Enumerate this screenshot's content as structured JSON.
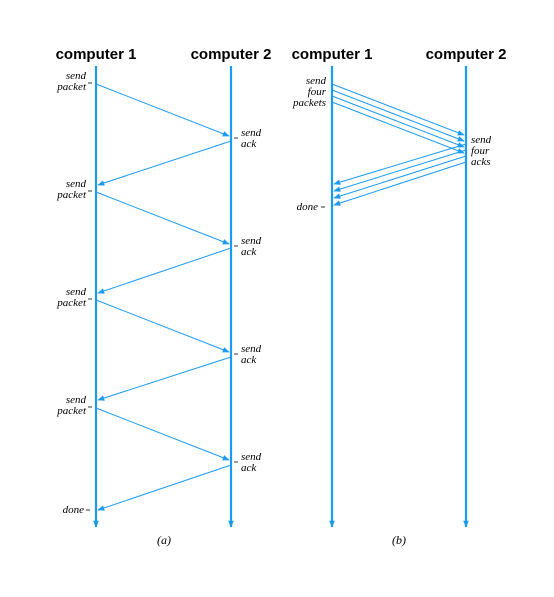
{
  "colors": {
    "line": "#1a9bf0",
    "text": "#000000",
    "background": "#ffffff"
  },
  "panel_a": {
    "computer1_label": "computer 1",
    "computer2_label": "computer 2",
    "send_label_1": "send",
    "packet_label": "packet",
    "send_label_2": "send",
    "ack_label": "ack",
    "done_label": "done",
    "caption": "(a)"
  },
  "panel_b": {
    "computer1_label": "computer 1",
    "computer2_label": "computer 2",
    "send_label_1": "send",
    "four_label_1": "four",
    "packets_label": "packets",
    "send_label_2": "send",
    "four_label_2": "four",
    "acks_label": "acks",
    "done_label": "done",
    "caption": "(b)"
  }
}
